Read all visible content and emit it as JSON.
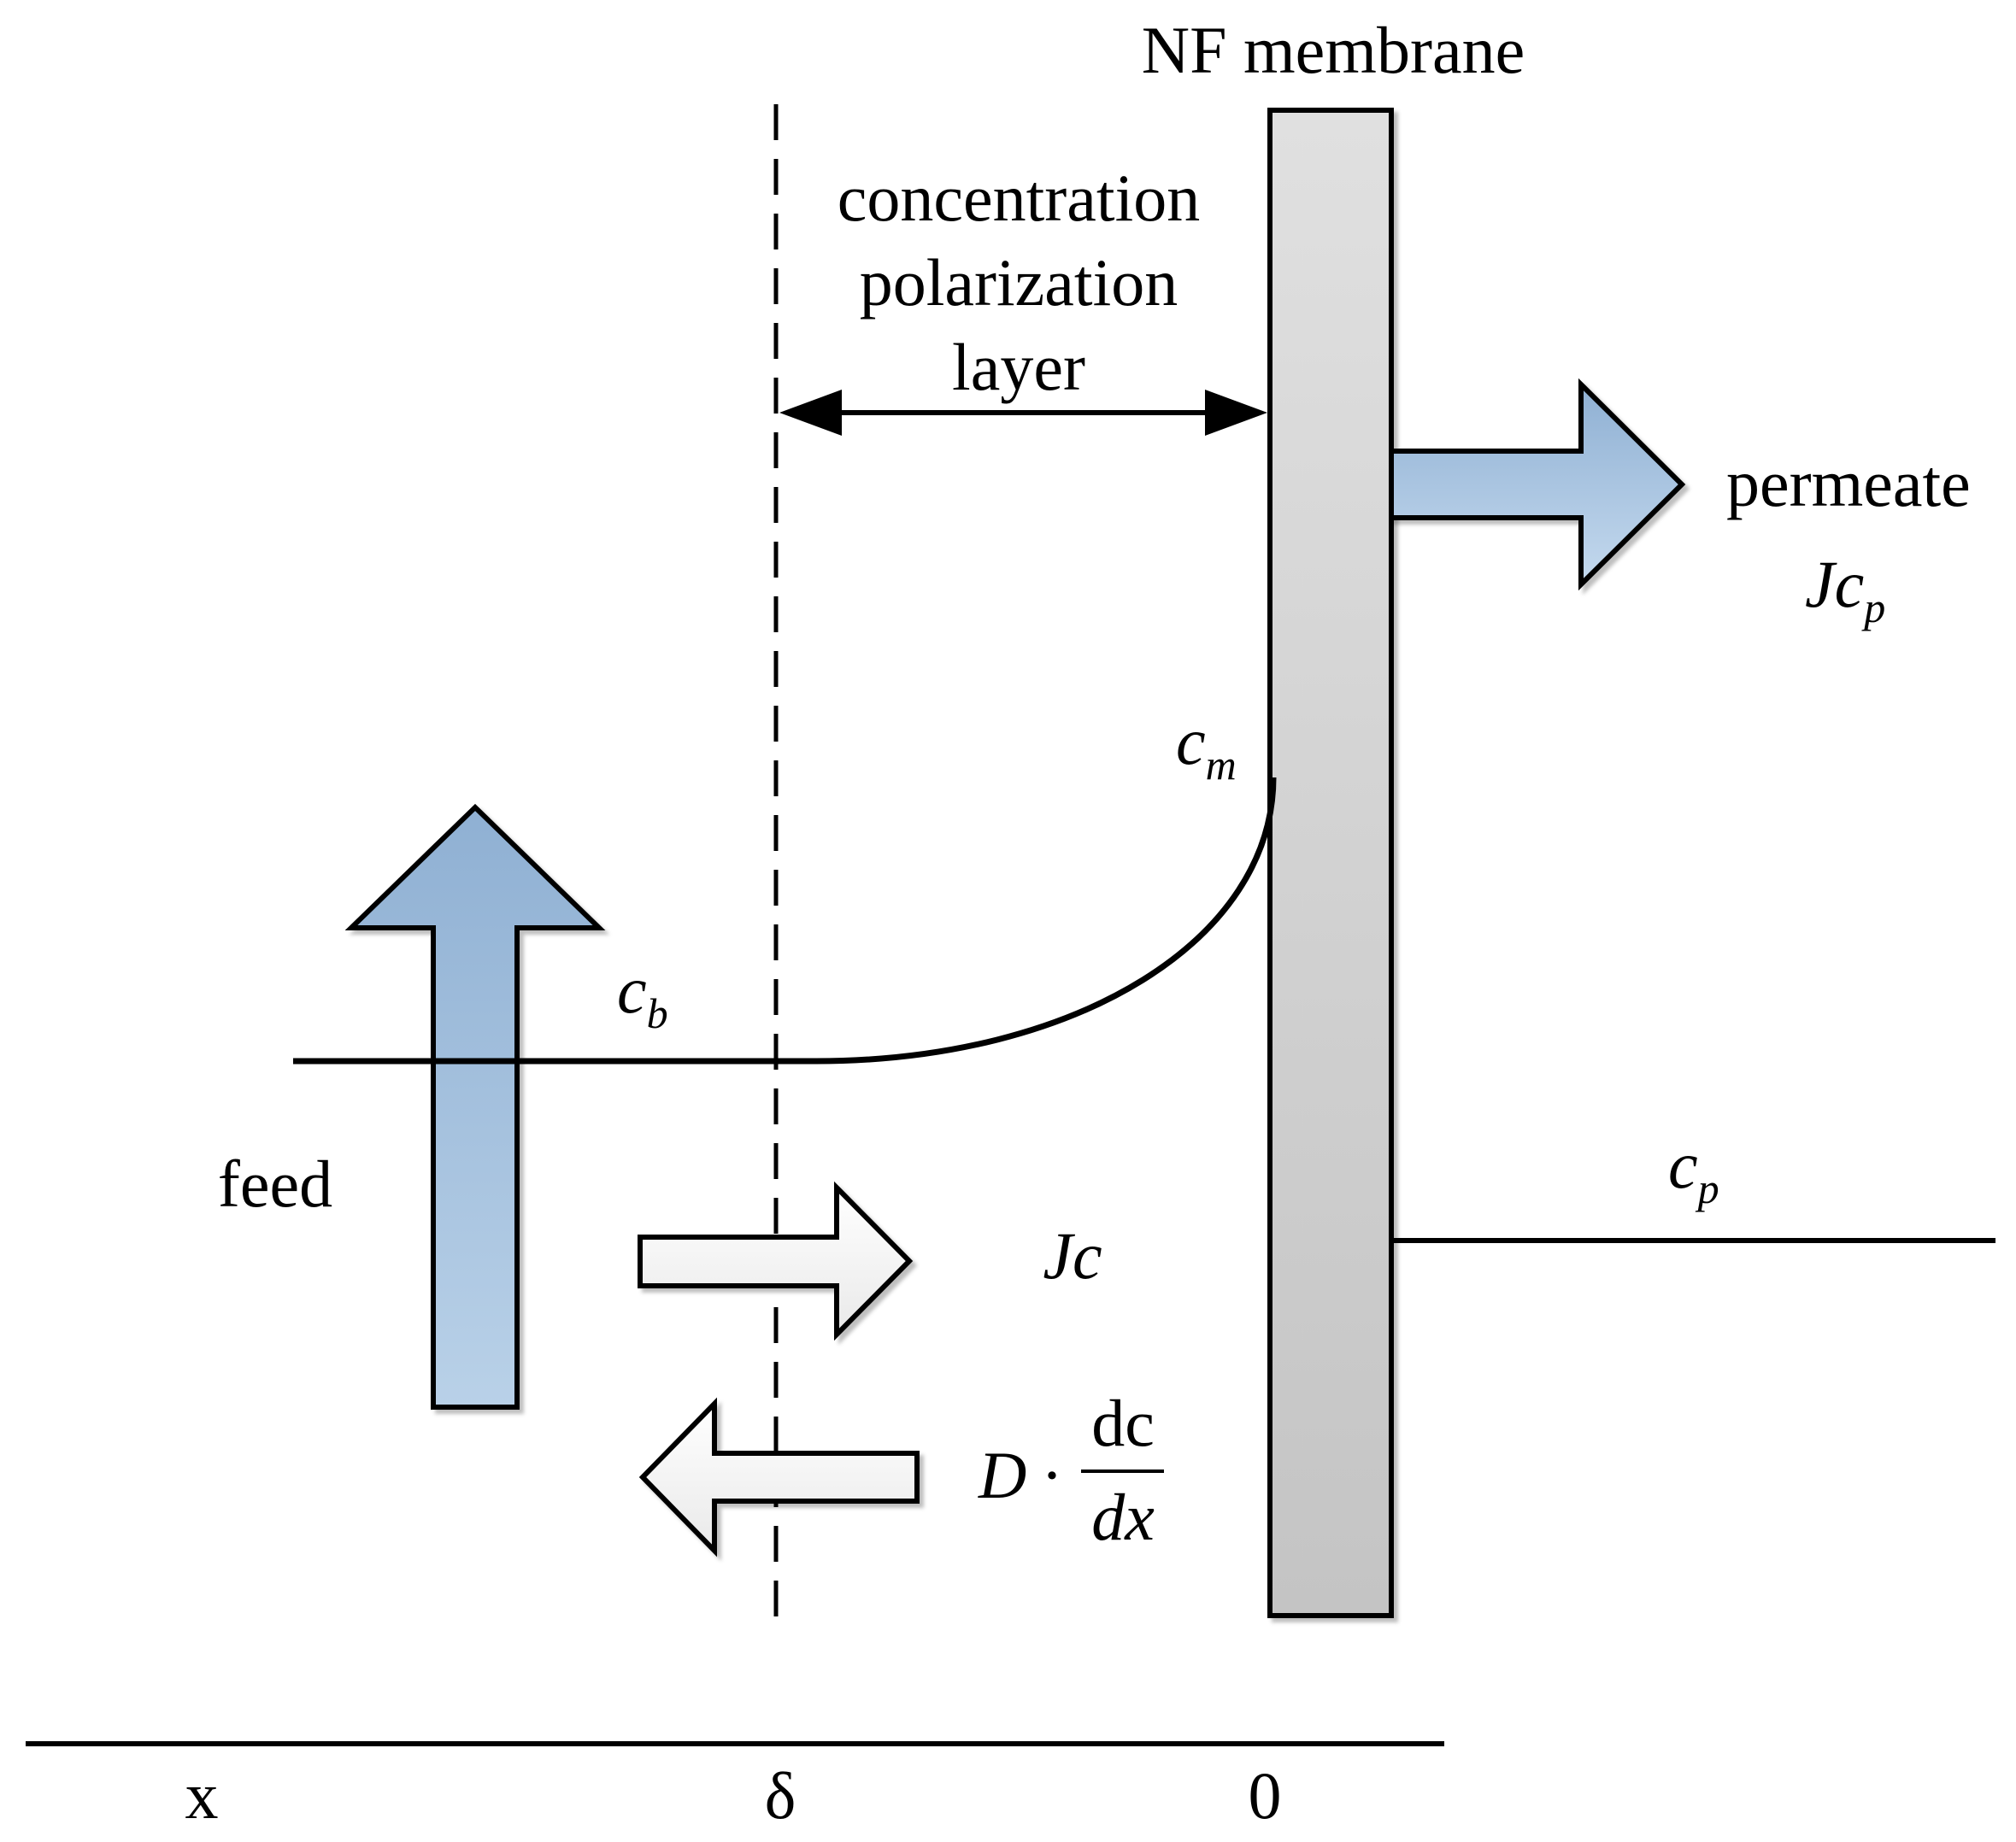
{
  "membrane_label": "NF membrane",
  "cp_layer_label": [
    "concentration",
    "polarization",
    "layer"
  ],
  "permeate": {
    "label": "permeate",
    "flux_main": "Jc",
    "flux_sub": "p"
  },
  "concentrations": {
    "cm": {
      "main": "c",
      "sub": "m"
    },
    "cb": {
      "main": "c",
      "sub": "b"
    },
    "cp": {
      "main": "c",
      "sub": "p"
    }
  },
  "feed_label": "feed",
  "convective_flux": "Jc",
  "diffusive_flux": {
    "coef": "D",
    "dot": "·",
    "numerator": "dc",
    "denominator": "dx"
  },
  "axis": {
    "labels": [
      "x",
      "δ",
      "0"
    ]
  },
  "colors": {
    "arrow_blue_top": "#b9d1e8",
    "arrow_blue_bottom": "#8fb0d3",
    "membrane_top": "#e0e0e0",
    "membrane_bottom": "#c4c4c4",
    "flux_arrow_fill": "#f4f4f4"
  }
}
